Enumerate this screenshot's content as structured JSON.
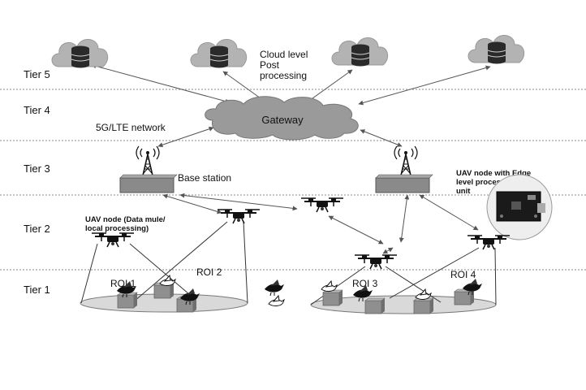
{
  "tiers": [
    "Tier 5",
    "Tier 4",
    "Tier 3",
    "Tier 2",
    "Tier 1"
  ],
  "labels": {
    "cloud_level": [
      "Cloud level",
      "Post",
      "processing"
    ],
    "network": "5G/LTE network",
    "gateway": "Gateway",
    "base_station": "Base station",
    "uav_data_mule": [
      "UAV node (Data mule/",
      "local processing)"
    ],
    "uav_edge": [
      "UAV node with Edge",
      "level processing",
      "unit"
    ],
    "roi": [
      "ROI 1",
      "ROI 2",
      "ROI 3",
      "ROI 4"
    ]
  },
  "icons": {
    "cloud": "cloud-database-icon",
    "tower": "cell-tower-icon",
    "drone": "drone-icon",
    "bird": "bird-icon",
    "box": "sensor-box-icon",
    "edge_board": "edge-processing-board-icon"
  },
  "colors": {
    "cloud_fill": "#b3b3b3",
    "gateway_fill": "#9a9a9a",
    "ground_fill": "#d9d9d9",
    "divider": "#8a8a8a"
  }
}
